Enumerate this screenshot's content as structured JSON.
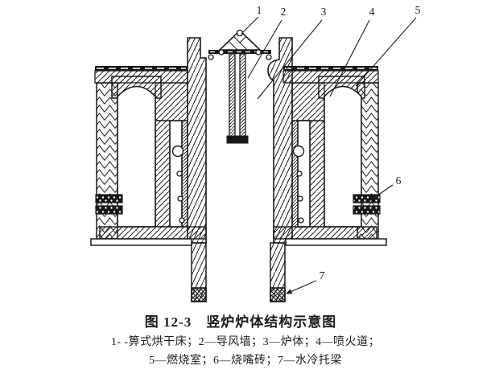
{
  "figure": {
    "caption": "图 12-3　竖炉炉体结构示意图",
    "legend": {
      "line1": "1- -箅式烘干床；2—导风墙；3—炉体；4—喷火道；",
      "line2": "5—燃烧室；6—烧嘴砖；7—水冷托梁"
    },
    "parts": [
      {
        "num": "1",
        "label": "箅式烘干床"
      },
      {
        "num": "2",
        "label": "导风墙"
      },
      {
        "num": "3",
        "label": "炉体"
      },
      {
        "num": "4",
        "label": "喷火道"
      },
      {
        "num": "5",
        "label": "燃烧室"
      },
      {
        "num": "6",
        "label": "烧嘴砖"
      },
      {
        "num": "7",
        "label": "水冷托梁"
      }
    ],
    "colors": {
      "ink": "#1b1b1b",
      "paper": "#ffffff"
    }
  }
}
